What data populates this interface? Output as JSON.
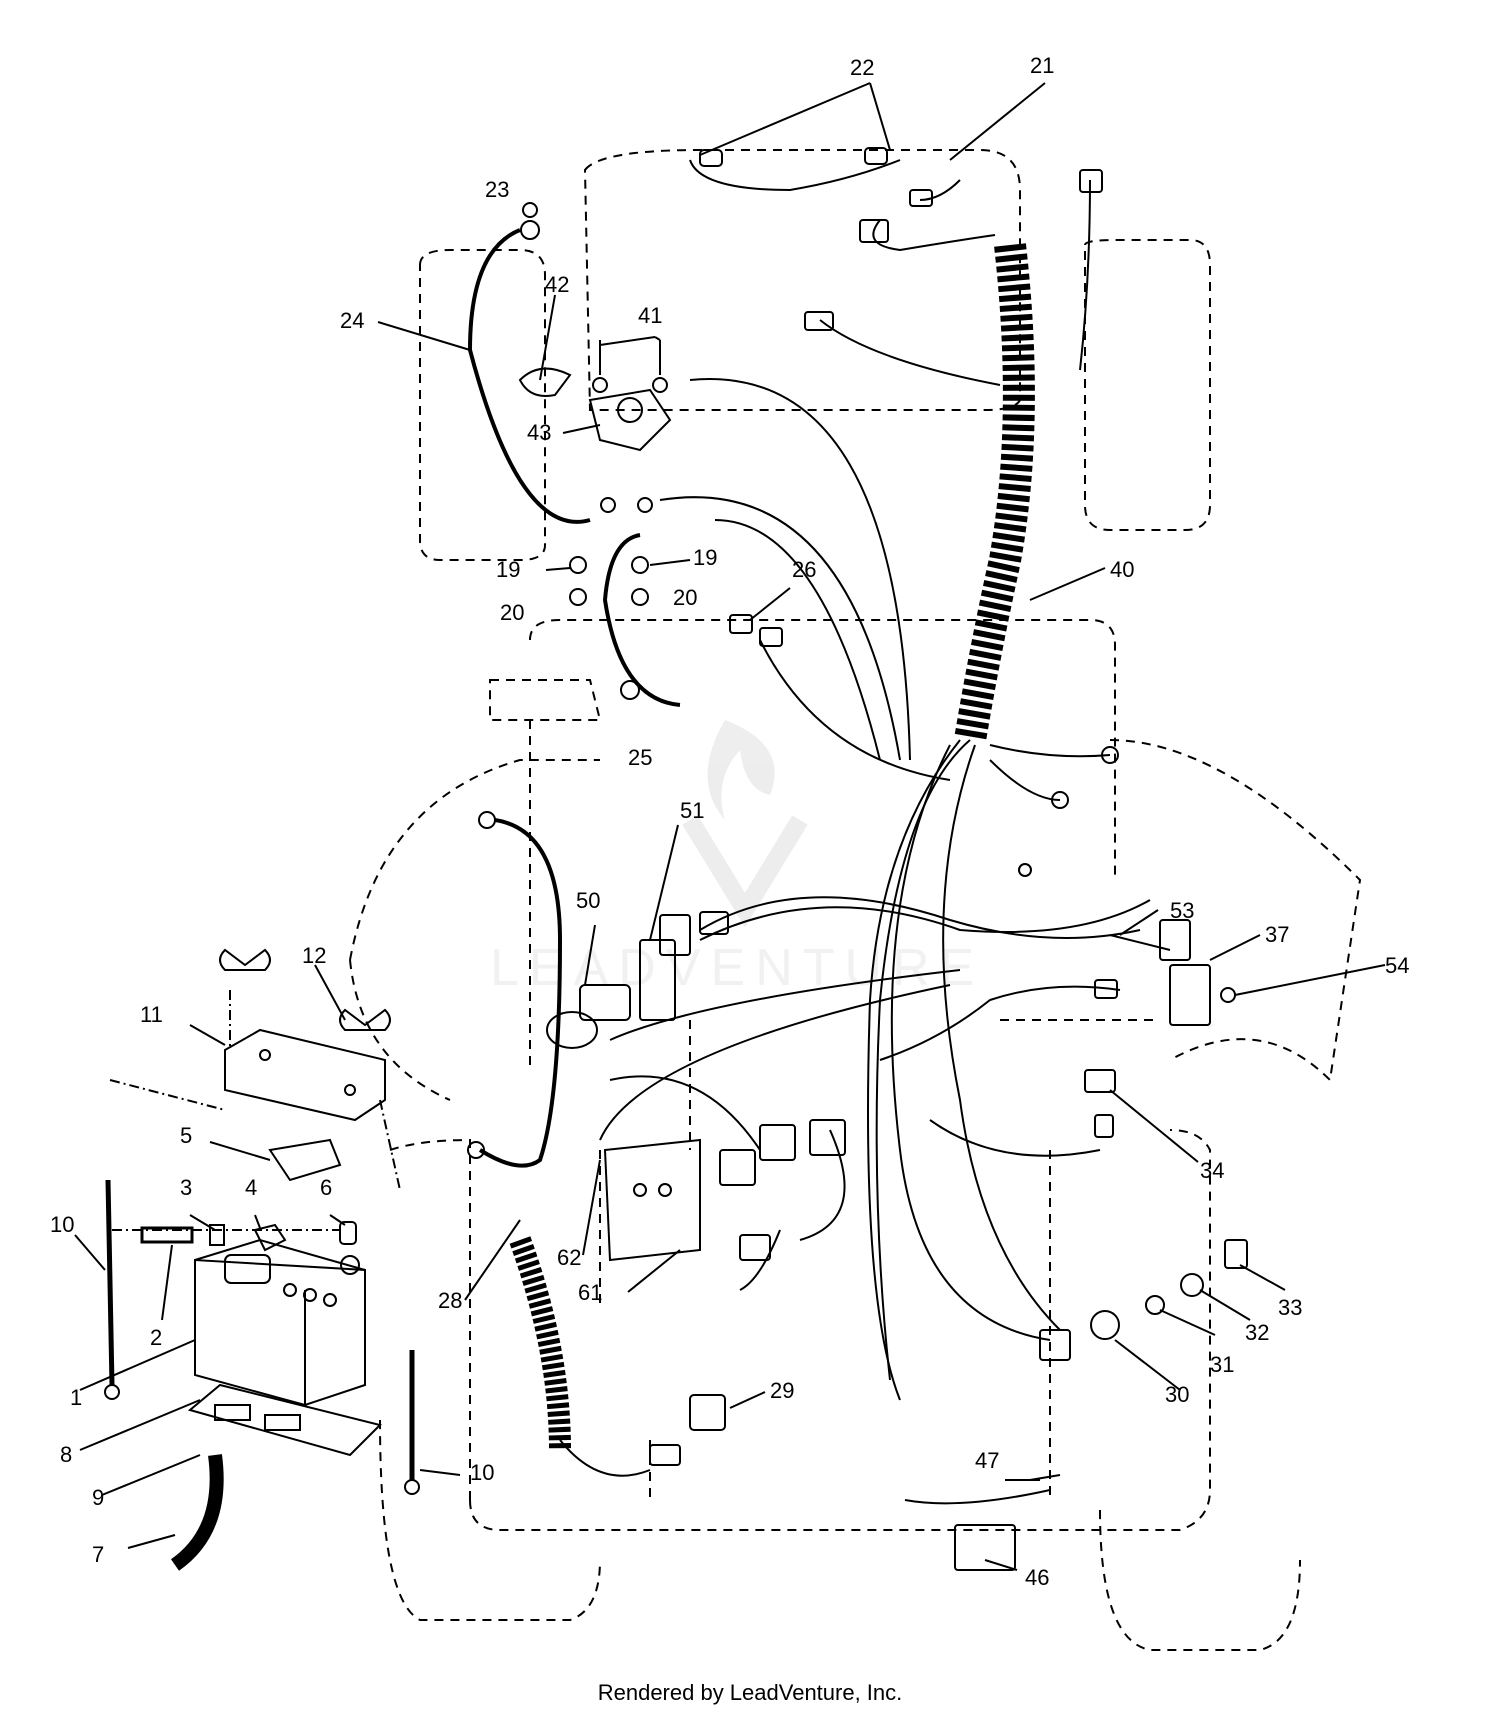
{
  "diagram": {
    "watermark_text": "LEADVENTURE",
    "footer_credit": "Rendered by LeadVenture, Inc.",
    "part_labels": [
      "1",
      "2",
      "3",
      "4",
      "5",
      "6",
      "7",
      "8",
      "9",
      "10",
      "10",
      "11",
      "12",
      "19",
      "19",
      "20",
      "20",
      "21",
      "22",
      "23",
      "24",
      "25",
      "26",
      "28",
      "29",
      "30",
      "31",
      "32",
      "33",
      "34",
      "37",
      "40",
      "41",
      "42",
      "43",
      "46",
      "47",
      "50",
      "51",
      "53",
      "54",
      "61",
      "62"
    ]
  }
}
